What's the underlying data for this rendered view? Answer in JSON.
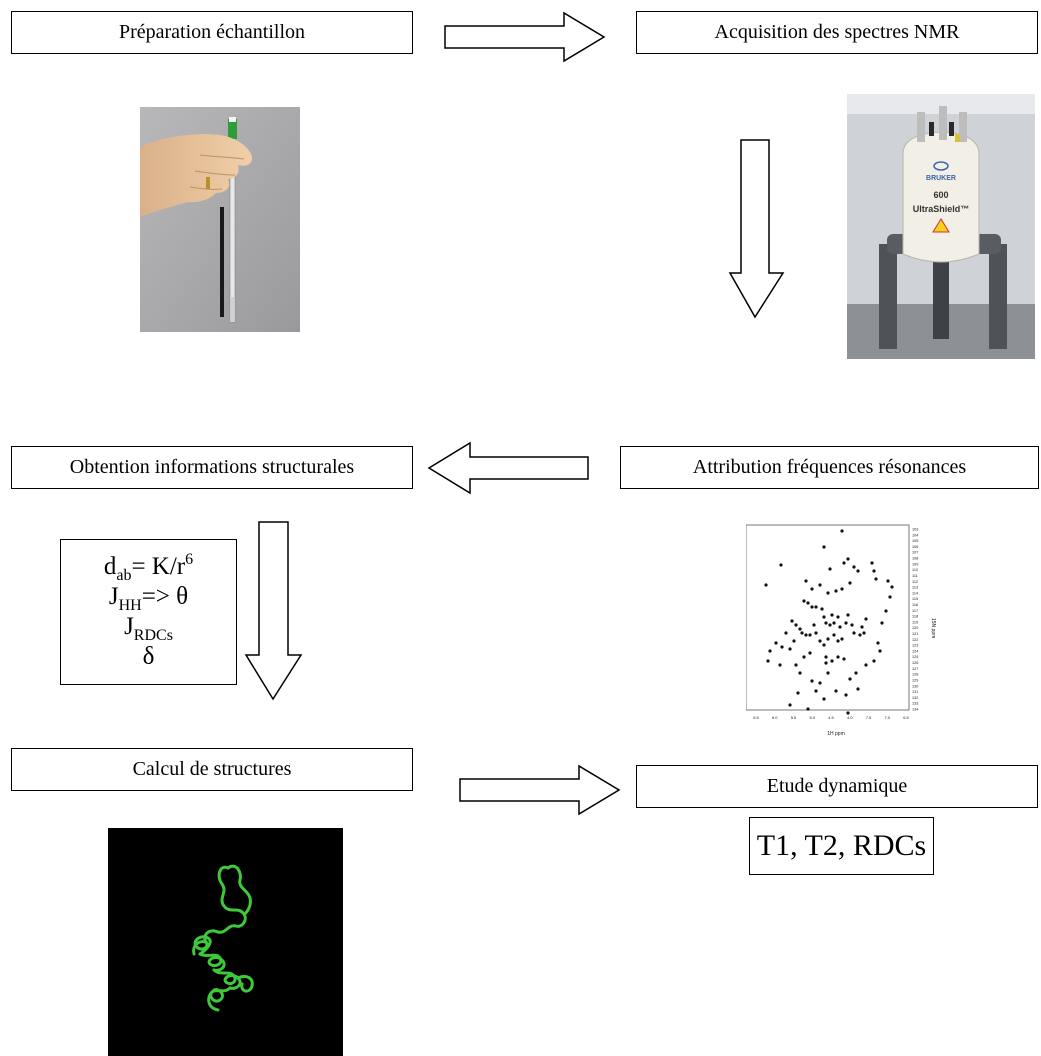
{
  "boxes": {
    "prep": "Préparation échantillon",
    "acq": "Acquisition des spectres NMR",
    "obt": "Obtention informations structurales",
    "attr": "Attribution fréquences résonances",
    "calc": "Calcul de structures",
    "etude": "Etude dynamique"
  },
  "formula": {
    "line1": {
      "var": "d",
      "sub": "ab",
      "rest": "= K/r",
      "sup": "6"
    },
    "line2": {
      "var": "J",
      "sub": "HH",
      "rest": "=> θ"
    },
    "line3": {
      "var": "J",
      "sub": "RDCs"
    },
    "line4": "δ"
  },
  "relaxation_label": "T1, T2, RDCs",
  "magnet": {
    "brand": "BRUKER",
    "model_number": "600",
    "model_name": "UltraShield™"
  },
  "spectrum": {
    "x_axis_label": "1H ppm",
    "x_ticks": [
      "6.5",
      "6.0",
      "5.5",
      "5.0",
      "4.5",
      "4.0",
      "7.5",
      "7.0",
      "6.5"
    ],
    "y_ticks": [
      "103",
      "104",
      "105",
      "106",
      "107",
      "108",
      "109",
      "110",
      "111",
      "112",
      "113",
      "114",
      "115",
      "116",
      "117",
      "118",
      "119",
      "120",
      "121",
      "122",
      "123",
      "124",
      "125",
      "126",
      "127",
      "128",
      "129",
      "130",
      "131",
      "132",
      "133",
      "134"
    ],
    "y_axis_label": "15N ppm"
  },
  "colors": {
    "protein": "#3ec83a",
    "structure_background": "#000000",
    "photo_background": "#a9a9ab"
  }
}
